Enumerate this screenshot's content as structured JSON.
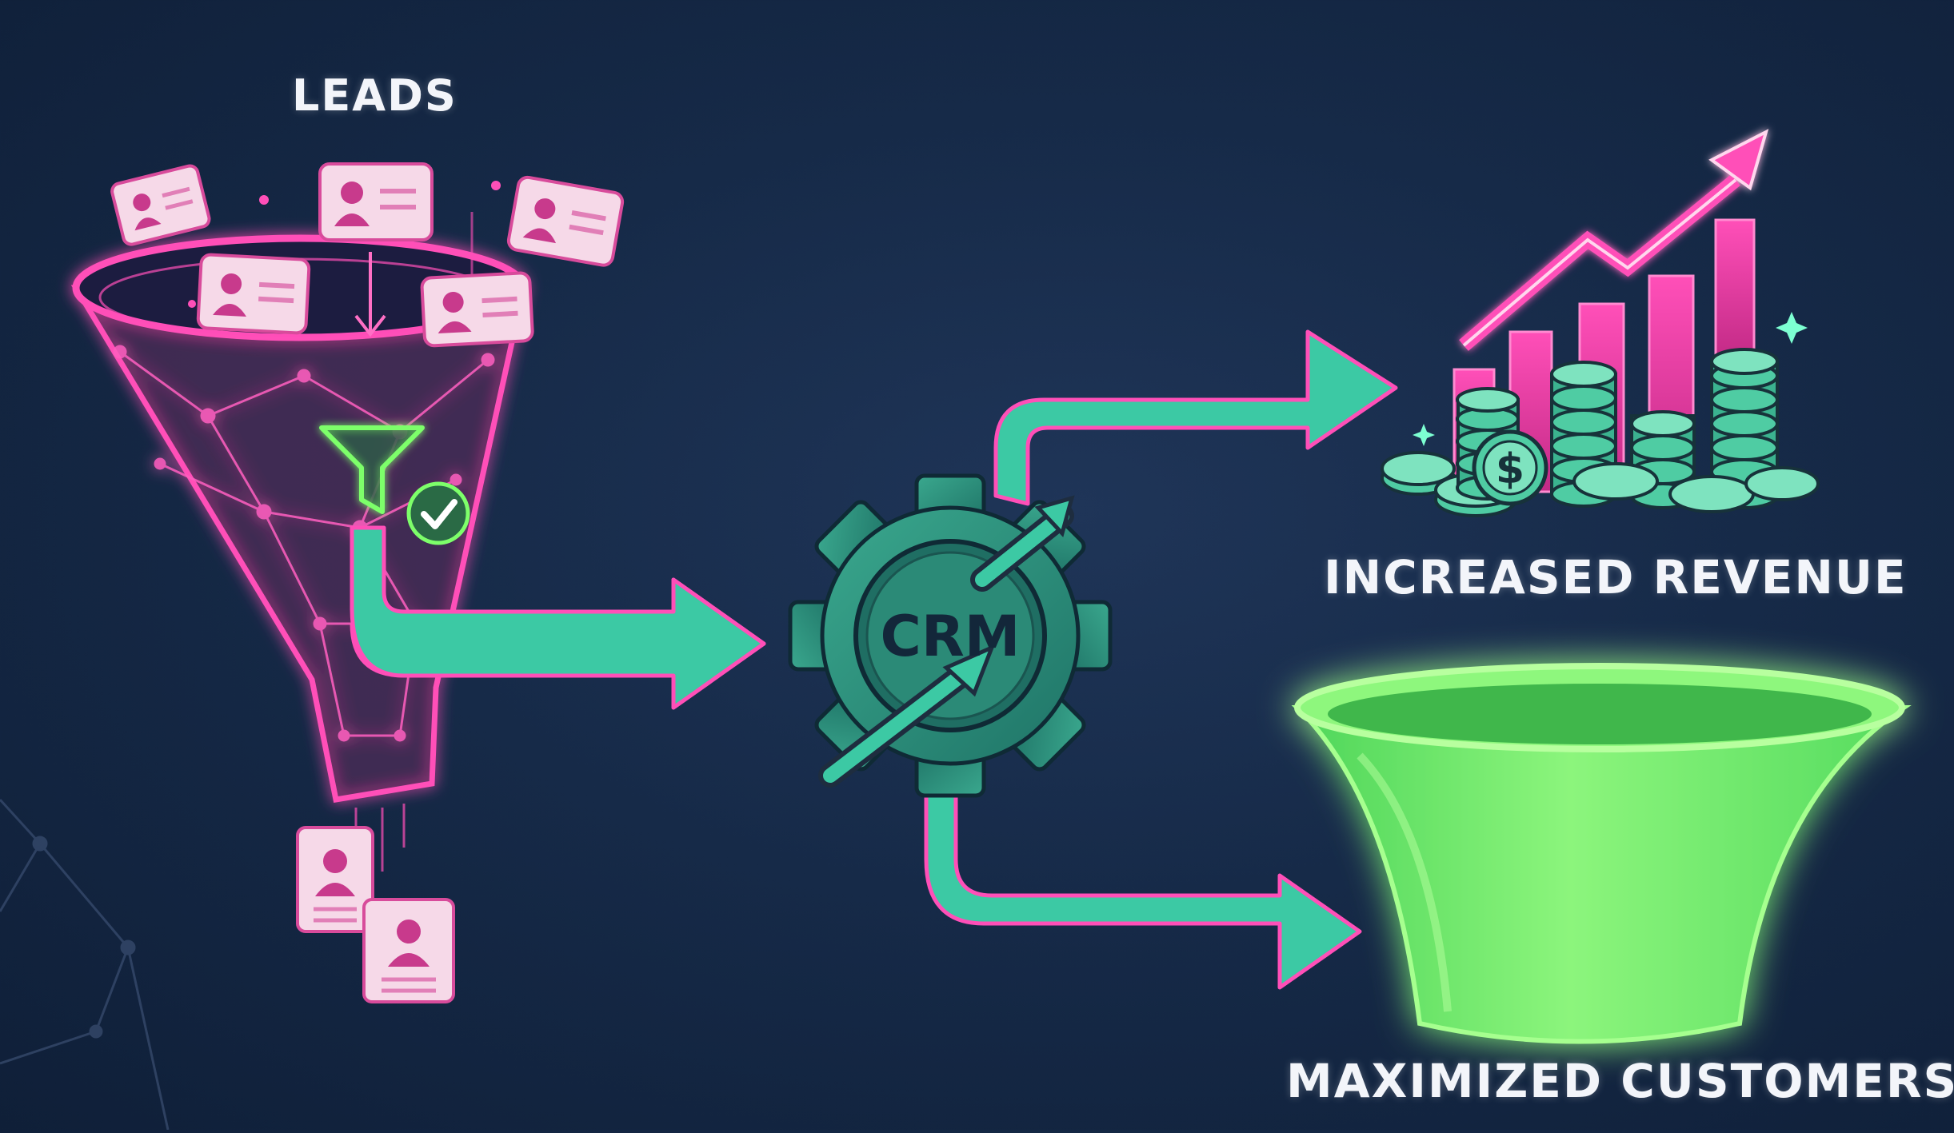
{
  "labels": {
    "leads": "LEADS",
    "gear": "CRM",
    "revenue": "INCREASED REVENUE",
    "customers": "MAXIMIZED CUSTOMERS"
  },
  "colors": {
    "background": "#162a48",
    "neon_pink": "#ff4fb8",
    "teal": "#3cc9a4",
    "neon_green": "#7dff6a",
    "card": "#f6d9e8"
  },
  "icons": [
    "lead-card-icon",
    "filter-icon",
    "check-icon",
    "gear-icon",
    "dollar-coin-icon",
    "trend-arrow-icon"
  ]
}
